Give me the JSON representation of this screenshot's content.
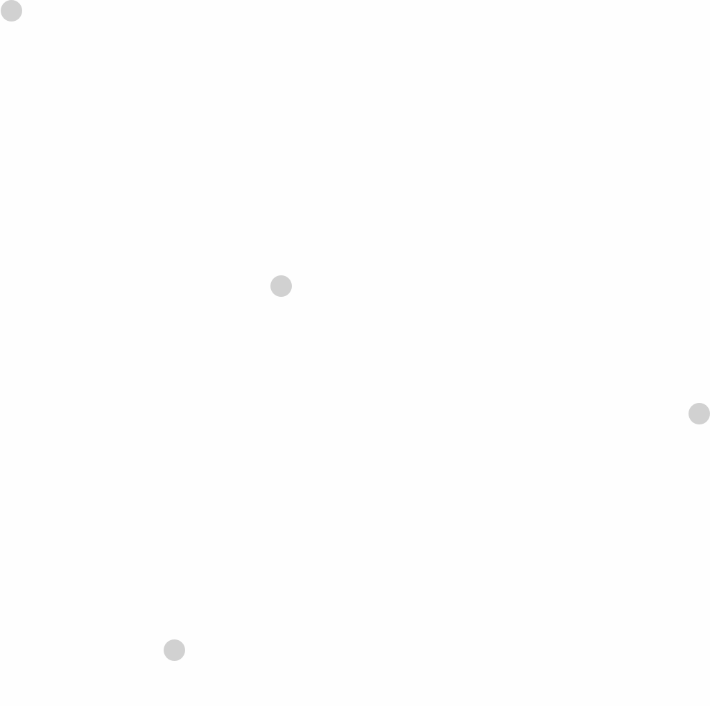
{
  "colors": {
    "background": "#fefefe",
    "dot_fill": "#d1d1d1"
  },
  "dots": [
    {
      "id": "dot-1",
      "icon": "circle-marker-icon"
    },
    {
      "id": "dot-2",
      "icon": "circle-marker-icon"
    },
    {
      "id": "dot-3",
      "icon": "circle-marker-icon"
    },
    {
      "id": "dot-4",
      "icon": "circle-marker-icon"
    }
  ]
}
